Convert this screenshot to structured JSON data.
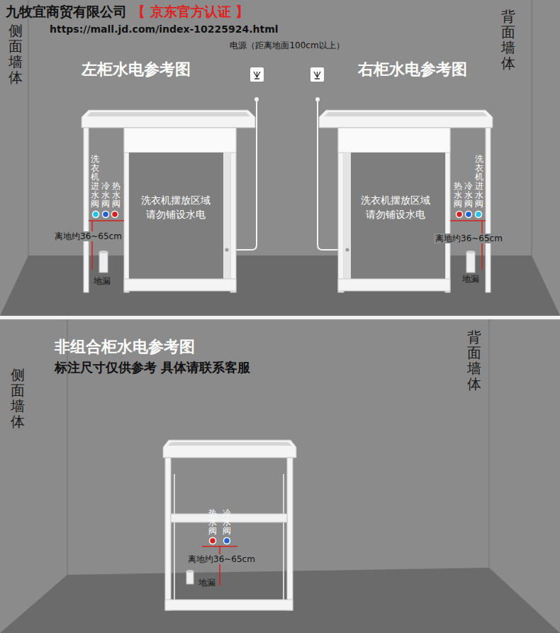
{
  "diagram": {
    "nodes": [
      {
        "text": [
          "洗衣机摆放区域 请勿铺设水电"
        ]
      },
      {
        "text": [
          "洗衣机摆放区域 请勿铺设水电"
        ]
      }
    ],
    "labels": [
      "九牧宜商贸有限公司",
      "【 京东官方认证 】",
      "https://mall.jd.com/index-10225924.html",
      "侧面墙体",
      "背面墙体",
      "电源（距离地面100cm以上）",
      "左柜水电参考图",
      "右柜水电参考图",
      "洗衣机进水阀",
      "冷水阀",
      "热水阀",
      "离地约36~65cm",
      "地漏",
      "热水阀",
      "冷水阀",
      "洗衣机进水阀",
      "离地约36~65cm",
      "地漏",
      "非组合柜水电参考图",
      "标注尺寸仅供参考 具体请联系客服",
      "侧面墙体",
      "背面墙体",
      "热水阀",
      "冷水阀",
      "离地约36~65cm",
      "地漏"
    ]
  }
}
